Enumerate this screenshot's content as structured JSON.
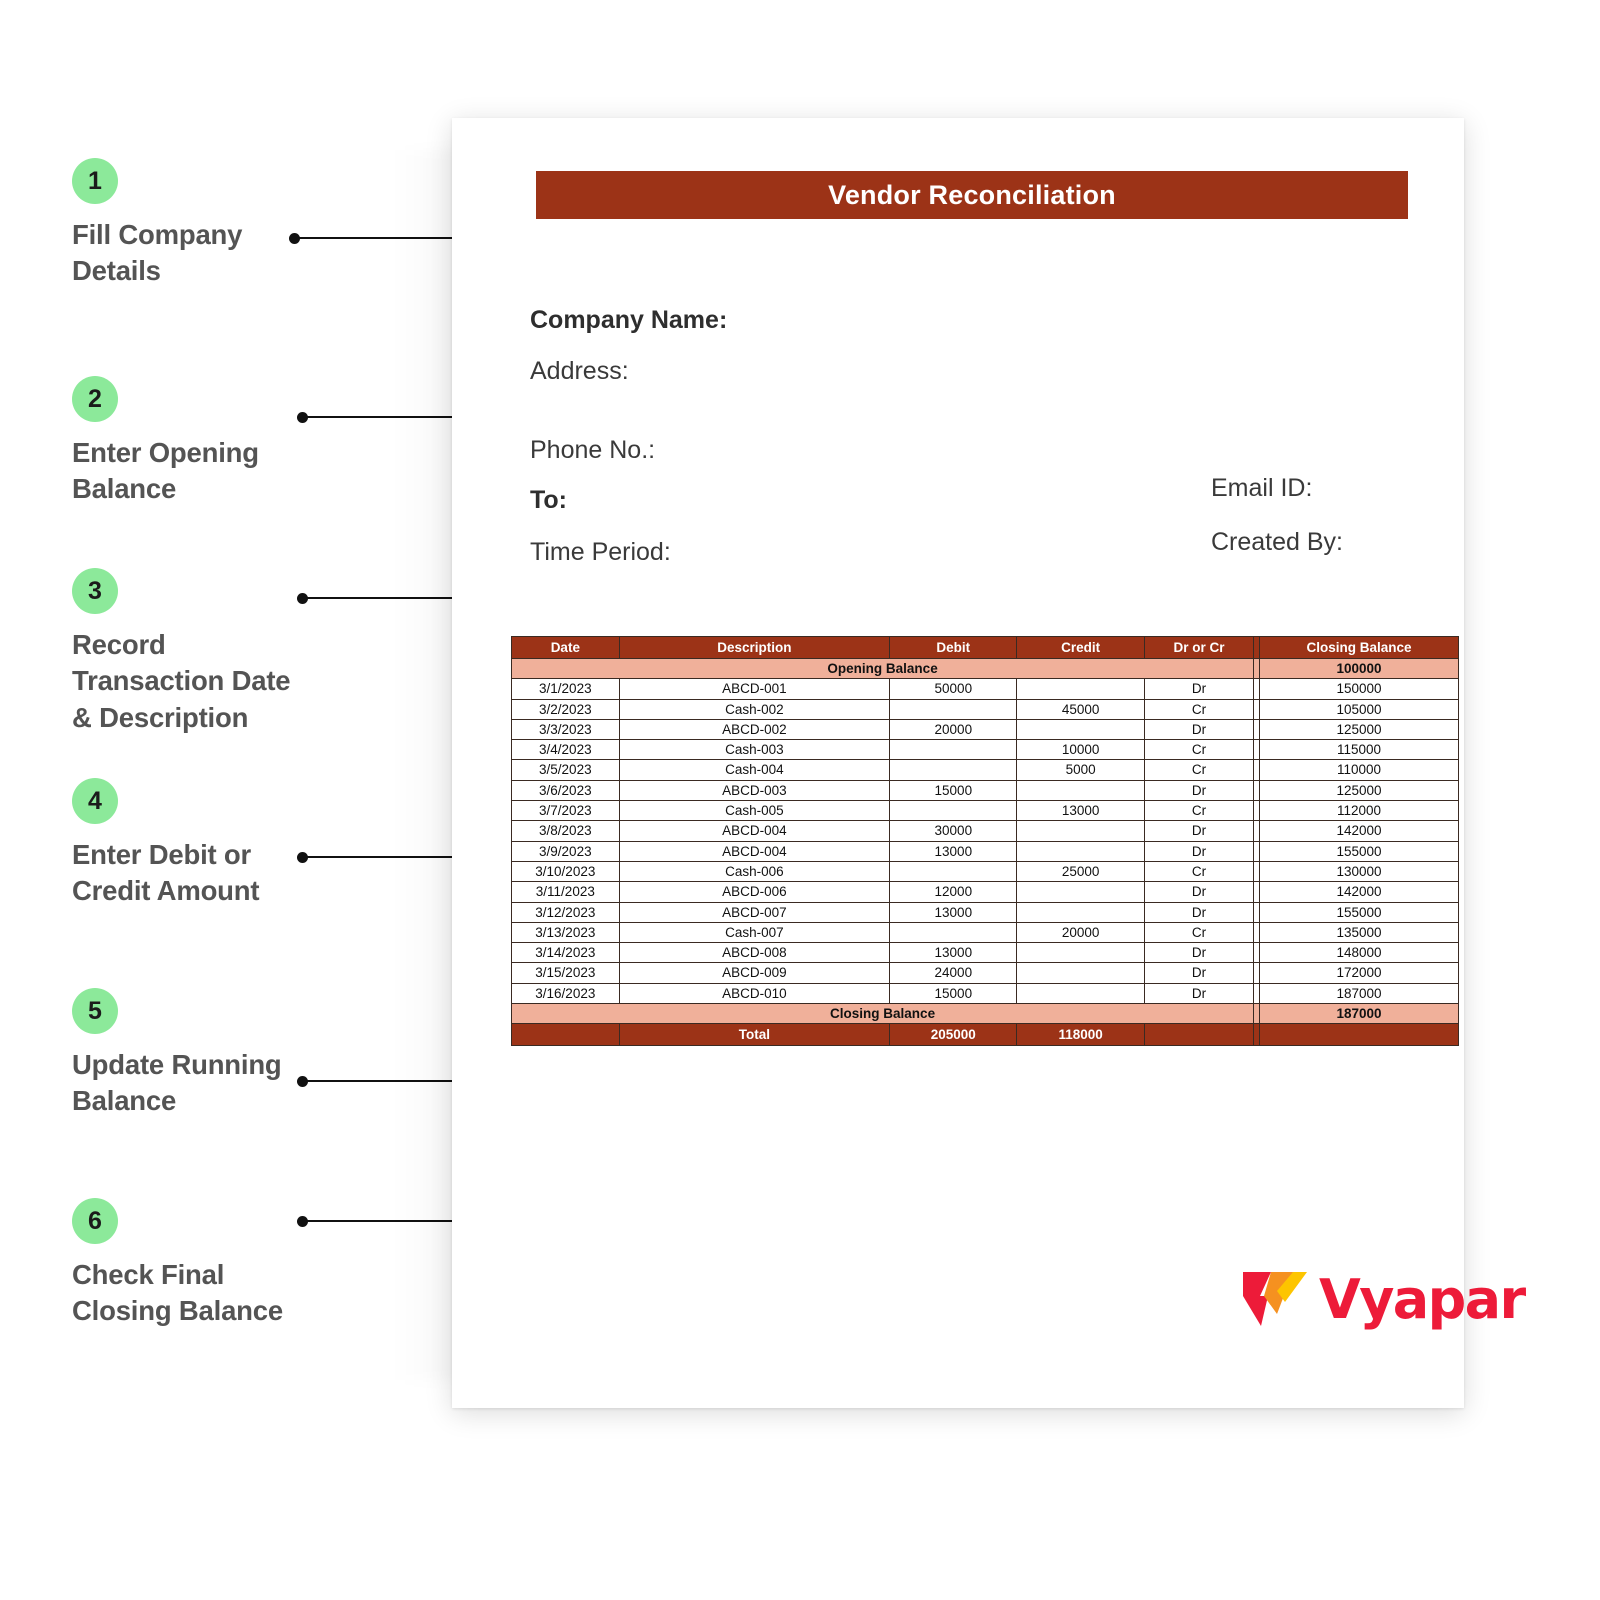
{
  "steps": [
    {
      "number": "1",
      "label": "Fill Company\nDetails"
    },
    {
      "number": "2",
      "label": "Enter Opening\nBalance"
    },
    {
      "number": "3",
      "label": "Record\nTransaction Date\n& Description"
    },
    {
      "number": "4",
      "label": "Enter Debit or\nCredit Amount"
    },
    {
      "number": "5",
      "label": "Update Running\nBalance"
    },
    {
      "number": "6",
      "label": "Check Final\nClosing Balance"
    }
  ],
  "document": {
    "title": "Vendor Reconciliation",
    "fields": {
      "company_name": "Company Name:",
      "address": "Address:",
      "phone": "Phone No.:",
      "to": "To:",
      "time_period": "Time Period:",
      "email_id": "Email ID:",
      "created_by": "Created By:"
    },
    "table": {
      "headers": [
        "Date",
        "Description",
        "Debit",
        "Credit",
        "Dr or Cr",
        "",
        "Closing Balance"
      ],
      "opening_label": "Opening Balance",
      "opening_value": "100000",
      "rows": [
        {
          "date": "3/1/2023",
          "description": "ABCD-001",
          "debit": "50000",
          "credit": "",
          "drcr": "Dr",
          "closing": "150000"
        },
        {
          "date": "3/2/2023",
          "description": "Cash-002",
          "debit": "",
          "credit": "45000",
          "drcr": "Cr",
          "closing": "105000"
        },
        {
          "date": "3/3/2023",
          "description": "ABCD-002",
          "debit": "20000",
          "credit": "",
          "drcr": "Dr",
          "closing": "125000"
        },
        {
          "date": "3/4/2023",
          "description": "Cash-003",
          "debit": "",
          "credit": "10000",
          "drcr": "Cr",
          "closing": "115000"
        },
        {
          "date": "3/5/2023",
          "description": "Cash-004",
          "debit": "",
          "credit": "5000",
          "drcr": "Cr",
          "closing": "110000"
        },
        {
          "date": "3/6/2023",
          "description": "ABCD-003",
          "debit": "15000",
          "credit": "",
          "drcr": "Dr",
          "closing": "125000"
        },
        {
          "date": "3/7/2023",
          "description": "Cash-005",
          "debit": "",
          "credit": "13000",
          "drcr": "Cr",
          "closing": "112000"
        },
        {
          "date": "3/8/2023",
          "description": "ABCD-004",
          "debit": "30000",
          "credit": "",
          "drcr": "Dr",
          "closing": "142000"
        },
        {
          "date": "3/9/2023",
          "description": "ABCD-004",
          "debit": "13000",
          "credit": "",
          "drcr": "Dr",
          "closing": "155000"
        },
        {
          "date": "3/10/2023",
          "description": "Cash-006",
          "debit": "",
          "credit": "25000",
          "drcr": "Cr",
          "closing": "130000"
        },
        {
          "date": "3/11/2023",
          "description": "ABCD-006",
          "debit": "12000",
          "credit": "",
          "drcr": "Dr",
          "closing": "142000"
        },
        {
          "date": "3/12/2023",
          "description": "ABCD-007",
          "debit": "13000",
          "credit": "",
          "drcr": "Dr",
          "closing": "155000"
        },
        {
          "date": "3/13/2023",
          "description": "Cash-007",
          "debit": "",
          "credit": "20000",
          "drcr": "Cr",
          "closing": "135000"
        },
        {
          "date": "3/14/2023",
          "description": "ABCD-008",
          "debit": "13000",
          "credit": "",
          "drcr": "Dr",
          "closing": "148000"
        },
        {
          "date": "3/15/2023",
          "description": "ABCD-009",
          "debit": "24000",
          "credit": "",
          "drcr": "Dr",
          "closing": "172000"
        },
        {
          "date": "3/16/2023",
          "description": "ABCD-010",
          "debit": "15000",
          "credit": "",
          "drcr": "Dr",
          "closing": "187000"
        }
      ],
      "closing_label": "Closing Balance",
      "closing_value": "187000",
      "total_label": "Total",
      "total_debit": "205000",
      "total_credit": "118000"
    }
  },
  "logo": {
    "word": "Vyapar"
  },
  "colors": {
    "header_brown": "#9c3317",
    "band_peach": "#f0b09a",
    "badge_green": "#8ce99a",
    "step_text": "#545454",
    "logo_red": "#ed1b39",
    "logo_orange": "#f59120",
    "logo_yellow": "#fdc500"
  }
}
